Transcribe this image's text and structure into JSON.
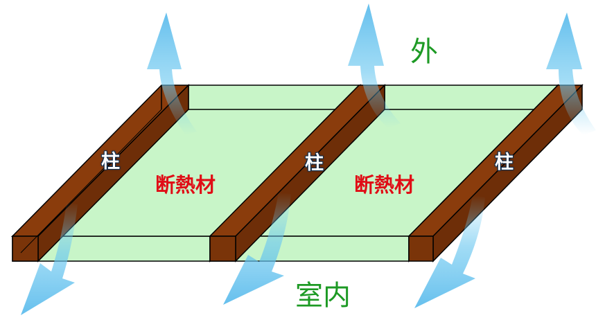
{
  "labels": {
    "pillar": "柱",
    "insulation": "断熱材",
    "outside": "外",
    "indoor": "室内"
  },
  "colors": {
    "insulation": "#c8f5c8",
    "pillar": "#8a3c0c",
    "outside_text": "#1d9a24",
    "insulation_text": "#e00d16",
    "pillar_text_outline": "#0b2a4a",
    "arrow": "#6cc8f0"
  }
}
